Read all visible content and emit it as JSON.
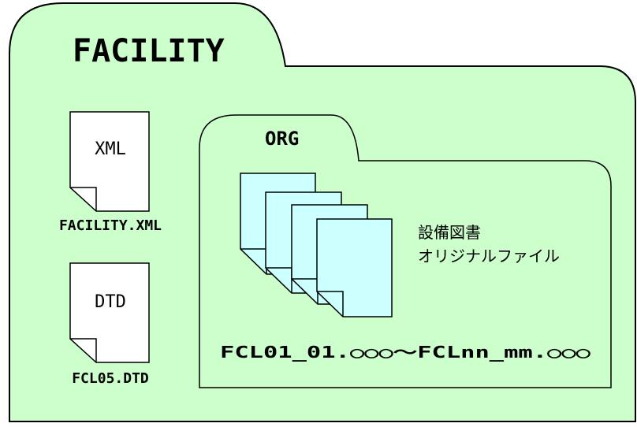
{
  "colors": {
    "folder_fill": "#ccffcc",
    "document_fill": "#ffffff",
    "drawing_fill": "#ccffff",
    "stroke": "#000000"
  },
  "root_folder": {
    "title": "FACILITY",
    "icon": "folder-icon"
  },
  "files": [
    {
      "doc_text": "XML",
      "caption": "FACILITY.XML",
      "icon": "document-icon"
    },
    {
      "doc_text": "DTD",
      "caption": "FCL05.DTD",
      "icon": "document-icon"
    }
  ],
  "sub_folder": {
    "title": "ORG",
    "icon": "folder-icon",
    "description_line1": "設備図書",
    "description_line2": "オリジナルファイル",
    "file_range": "FCL01_01.○○○～FCLnn_mm.○○○"
  }
}
